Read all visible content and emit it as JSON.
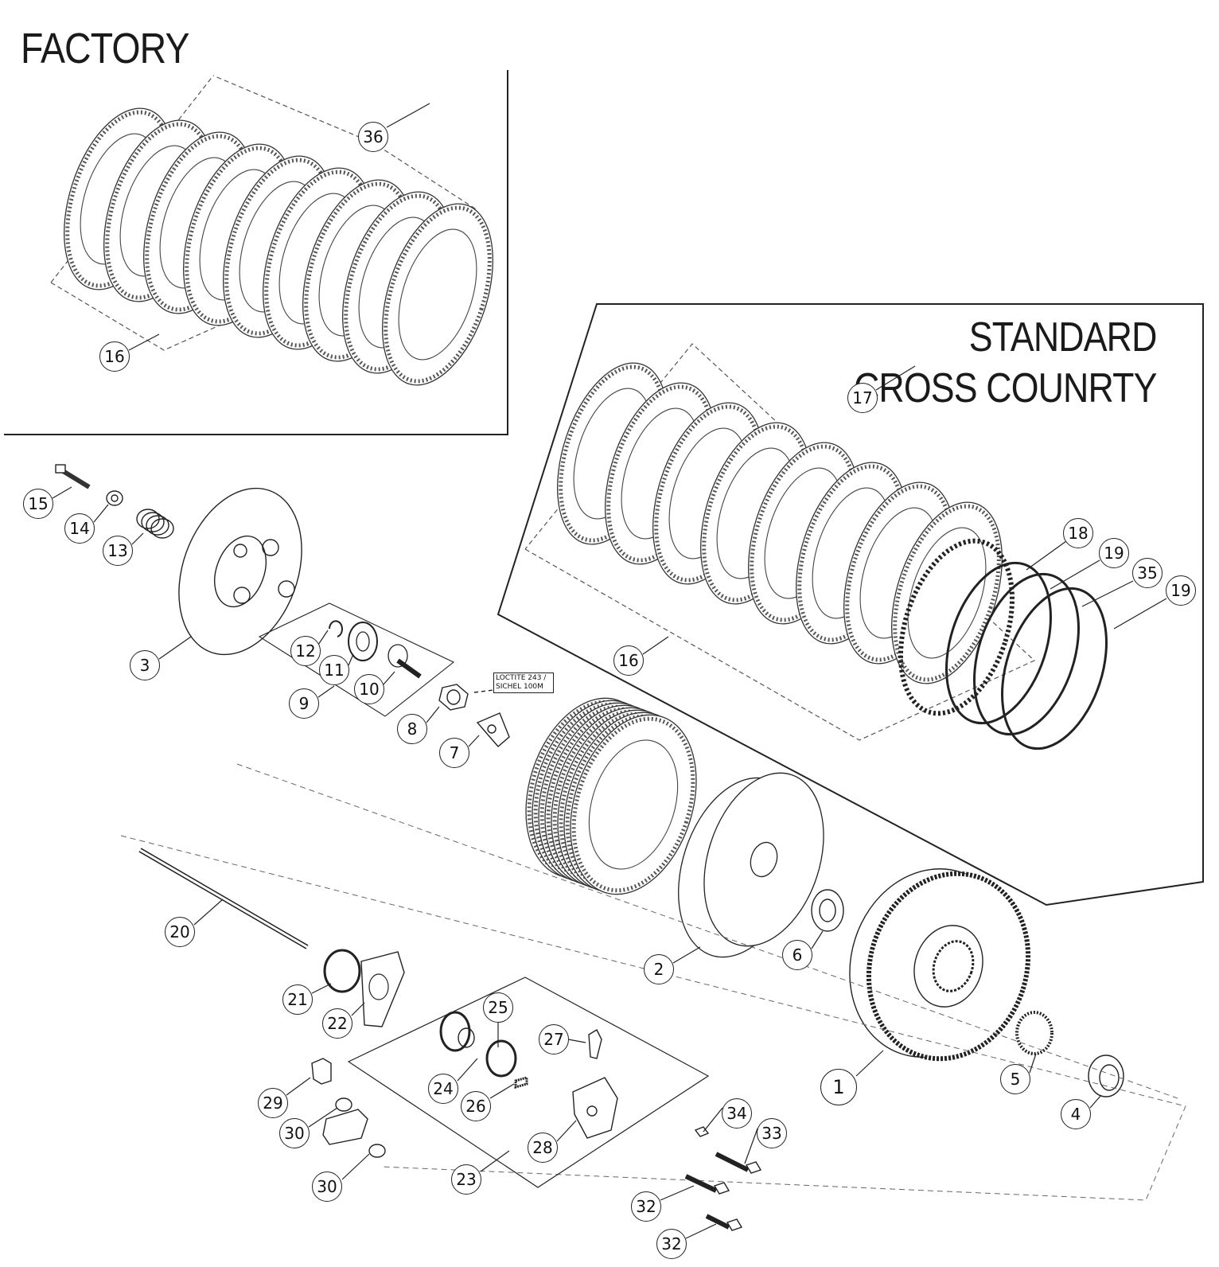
{
  "headings": {
    "factory": "FACTORY",
    "standard_line1": "STANDARD",
    "standard_line2": "CROSS COUNRTY"
  },
  "note": {
    "line1": "LOCTITE 243 /",
    "line2": "SICHEL 100M"
  },
  "callouts": [
    {
      "id": "c36",
      "label": "36"
    },
    {
      "id": "c16a",
      "label": "16"
    },
    {
      "id": "c17",
      "label": "17"
    },
    {
      "id": "c18",
      "label": "18"
    },
    {
      "id": "c19a",
      "label": "19"
    },
    {
      "id": "c35",
      "label": "35"
    },
    {
      "id": "c19b",
      "label": "19"
    },
    {
      "id": "c16b",
      "label": "16"
    },
    {
      "id": "c15",
      "label": "15"
    },
    {
      "id": "c14",
      "label": "14"
    },
    {
      "id": "c13",
      "label": "13"
    },
    {
      "id": "c3",
      "label": "3"
    },
    {
      "id": "c12",
      "label": "12"
    },
    {
      "id": "c11",
      "label": "11"
    },
    {
      "id": "c10",
      "label": "10"
    },
    {
      "id": "c9",
      "label": "9"
    },
    {
      "id": "c8",
      "label": "8"
    },
    {
      "id": "c7",
      "label": "7"
    },
    {
      "id": "c2",
      "label": "2"
    },
    {
      "id": "c6",
      "label": "6"
    },
    {
      "id": "c1",
      "label": "1"
    },
    {
      "id": "c5",
      "label": "5"
    },
    {
      "id": "c4",
      "label": "4"
    },
    {
      "id": "c20",
      "label": "20"
    },
    {
      "id": "c21",
      "label": "21"
    },
    {
      "id": "c22",
      "label": "22"
    },
    {
      "id": "c25",
      "label": "25"
    },
    {
      "id": "c24",
      "label": "24"
    },
    {
      "id": "c26",
      "label": "26"
    },
    {
      "id": "c27",
      "label": "27"
    },
    {
      "id": "c28",
      "label": "28"
    },
    {
      "id": "c23",
      "label": "23"
    },
    {
      "id": "c29",
      "label": "29"
    },
    {
      "id": "c30a",
      "label": "30"
    },
    {
      "id": "c30b",
      "label": "30"
    },
    {
      "id": "c34",
      "label": "34"
    },
    {
      "id": "c33",
      "label": "33"
    },
    {
      "id": "c32a",
      "label": "32"
    },
    {
      "id": "c32b",
      "label": "32"
    }
  ]
}
